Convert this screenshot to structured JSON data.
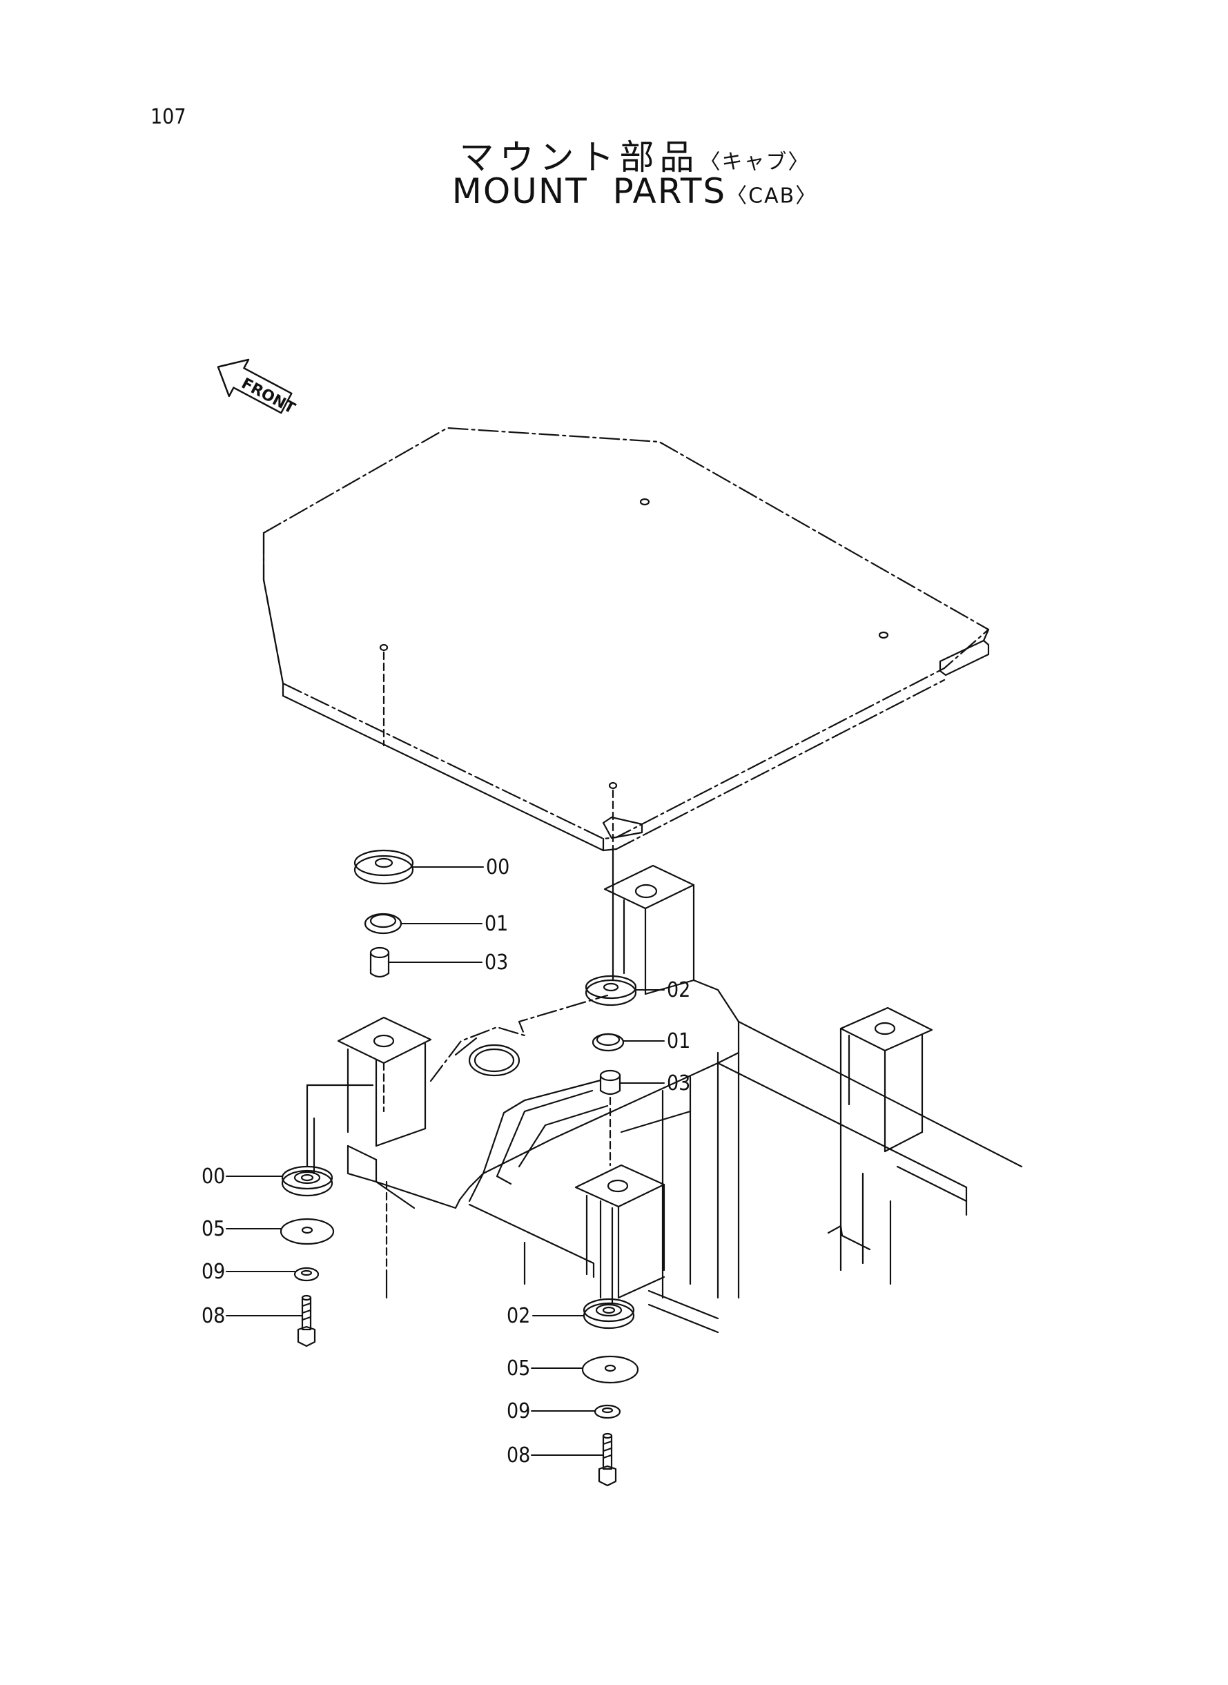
{
  "page_number": "107",
  "title": {
    "jp_main": "マウント部品",
    "jp_sub": "〈キャブ〉",
    "en_main": "MOUNT  PARTS",
    "en_sub": "〈CAB〉"
  },
  "front_marker": "FRONT",
  "callouts": {
    "left_upper": [
      "00",
      "01",
      "03"
    ],
    "right_upper": [
      "02",
      "01",
      "03"
    ],
    "left_lower": [
      "00",
      "05",
      "09",
      "08"
    ],
    "right_lower": [
      "02",
      "05",
      "09",
      "08"
    ]
  }
}
